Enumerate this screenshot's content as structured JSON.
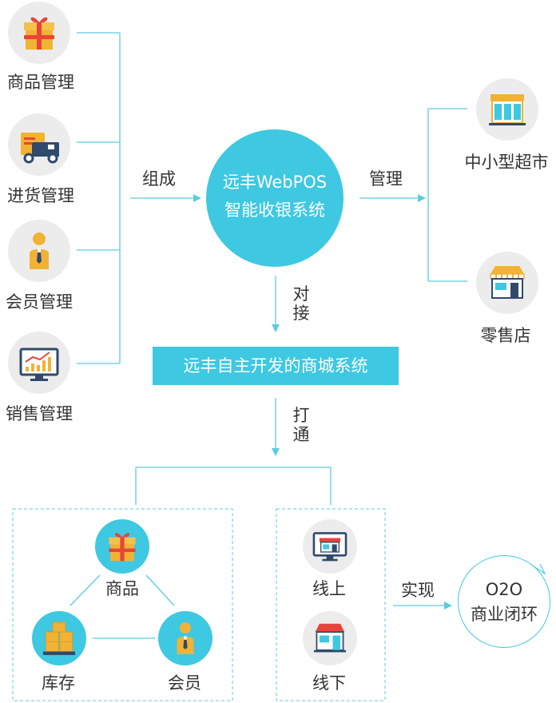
{
  "left_items": [
    {
      "label": "商品管理",
      "icon": "gift-box-icon"
    },
    {
      "label": "进货管理",
      "icon": "delivery-truck-icon"
    },
    {
      "label": "会员管理",
      "icon": "member-person-icon"
    },
    {
      "label": "销售管理",
      "icon": "sales-chart-icon"
    }
  ],
  "compose_label": "组成",
  "hub": {
    "line1": "远丰WebPOS",
    "line2": "智能收银系统"
  },
  "manage_label": "管理",
  "right_items": [
    {
      "label": "中小型超市",
      "icon": "supermarket-icon"
    },
    {
      "label": "零售店",
      "icon": "retail-store-icon"
    }
  ],
  "connect_label": "对接",
  "mall_system": "远丰自主开发的商城系统",
  "open_label": "打通",
  "triangle": {
    "top": "商品",
    "left": "库存",
    "right": "会员",
    "top_icon": "gift-box-icon",
    "left_icon": "inventory-boxes-icon",
    "right_icon": "member-person-icon"
  },
  "channels": [
    {
      "label": "线上",
      "icon": "online-shop-icon"
    },
    {
      "label": "线下",
      "icon": "offline-store-icon"
    }
  ],
  "realize_label": "实现",
  "o2o": {
    "line1": "O2O",
    "line2": "商业闭环"
  },
  "colors": {
    "accent": "#3ec8e2",
    "line": "#5ccbe0",
    "icon_bg": "#ececec",
    "text": "#333333"
  }
}
